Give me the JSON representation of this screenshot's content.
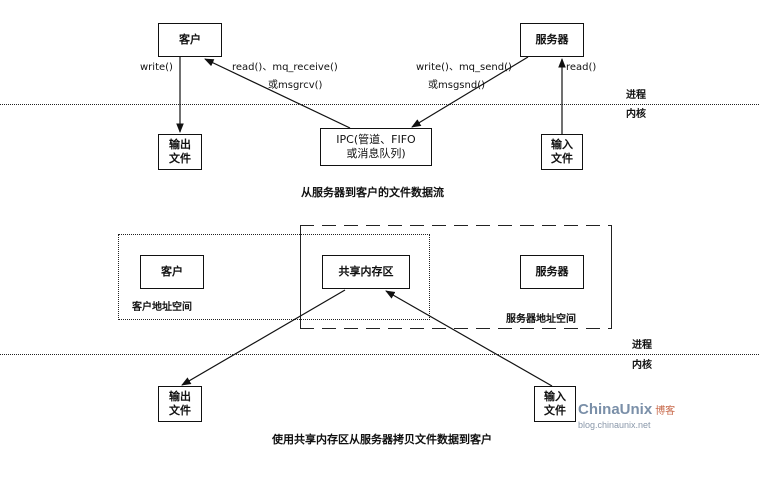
{
  "diagram1": {
    "client": "客户",
    "server": "服务器",
    "output_file": [
      "输出",
      "文件"
    ],
    "input_file": [
      "输入",
      "文件"
    ],
    "ipc": [
      "IPC(管道、FIFO",
      "或消息队列)"
    ],
    "label_client_write": "write()",
    "label_client_read": "read()、mq_receive()",
    "label_client_msgrcv": "或msgrcv()",
    "label_server_write": "write()、mq_send()",
    "label_server_msgsnd": "或msgsnd()",
    "label_server_read": "read()",
    "process_label": "进程",
    "kernel_label": "内核",
    "caption": "从服务器到客户的文件数据流"
  },
  "diagram2": {
    "client": "客户",
    "shared_memory": "共享内存区",
    "server": "服务器",
    "client_space": "客户地址空间",
    "server_space": "服务器地址空间",
    "output_file": [
      "输出",
      "文件"
    ],
    "input_file": [
      "输入",
      "文件"
    ],
    "process_label": "进程",
    "kernel_label": "内核",
    "caption": "使用共享内存区从服务器拷贝文件数据到客户"
  },
  "watermark": {
    "brand": "ChinaUnix",
    "brand_suffix": "博客",
    "url": "blog.chinaunix.net"
  }
}
